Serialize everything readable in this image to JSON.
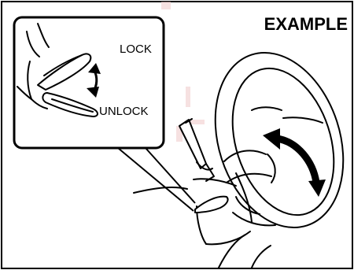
{
  "title": "EXAMPLE",
  "labels": {
    "lock": "LOCK",
    "unlock": "UNLOCK"
  },
  "icons": {
    "lock_unlock_arrow": "curved-double-arrow-icon",
    "tilt_arrow": "double-headed-arc-arrow-icon"
  },
  "colors": {
    "line": "#000000",
    "background": "#ffffff",
    "faint_bleed": "#f0c9c9"
  }
}
